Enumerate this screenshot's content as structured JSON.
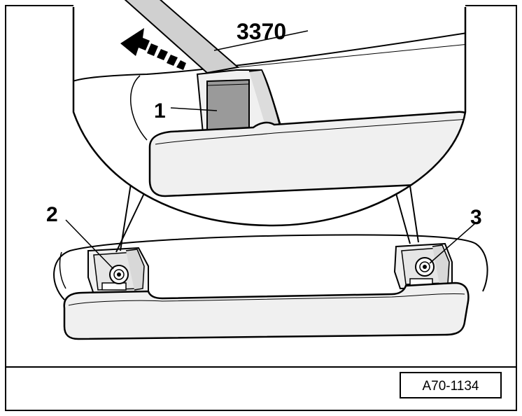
{
  "diagram": {
    "callouts": {
      "part_1": "1",
      "part_2": "2",
      "part_3": "3",
      "tool": "3370"
    },
    "figure_reference": "A70-1134",
    "colors": {
      "line": "#000000",
      "part_fill": "#f0f0f0",
      "highlight_fill": "#9a9a9a",
      "background": "#ffffff"
    },
    "icons": {
      "direction_arrow": "arrow-up-left-dashed-icon"
    }
  }
}
